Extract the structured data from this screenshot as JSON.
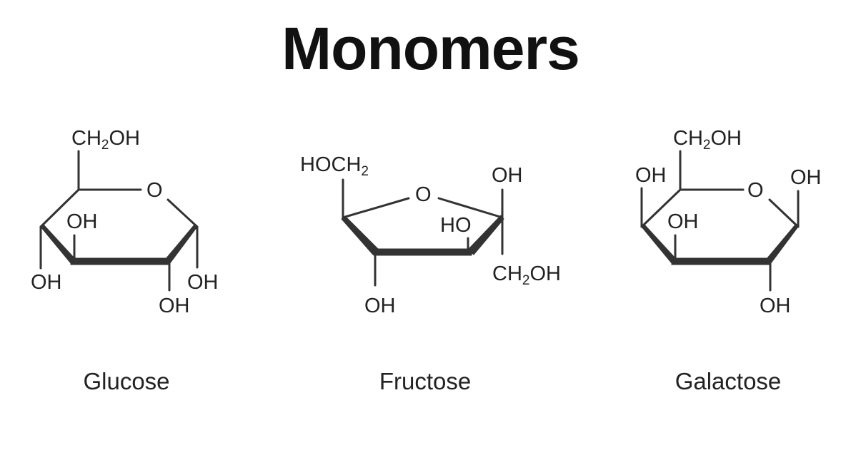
{
  "title": "Monomers",
  "molecules": [
    {
      "name": "Glucose",
      "labels": {
        "ch2oh_main": "CH",
        "ch2oh_sub": "2",
        "ch2oh_tail": "OH",
        "ring_o": "O",
        "oh_c4_top": "OH",
        "oh_c4_bottom": "OH",
        "oh_c2": "OH",
        "oh_c1": "OH"
      }
    },
    {
      "name": "Fructose",
      "labels": {
        "hoch2_main": "HOCH",
        "hoch2_sub": "2",
        "ring_o": "O",
        "oh_c2_top": "OH",
        "ho_c3": "HO",
        "oh_c4": "OH",
        "ch2oh_main": "CH",
        "ch2oh_sub": "2",
        "ch2oh_tail": "OH"
      }
    },
    {
      "name": "Galactose",
      "labels": {
        "ch2oh_main": "CH",
        "ch2oh_sub": "2",
        "ch2oh_tail": "OH",
        "oh_c4_top": "OH",
        "oh_c3": "OH",
        "ring_o": "O",
        "oh_c1": "OH",
        "oh_c2": "OH"
      }
    }
  ],
  "colors": {
    "ink": "#222222",
    "bond": "#333333",
    "background": "#ffffff"
  }
}
